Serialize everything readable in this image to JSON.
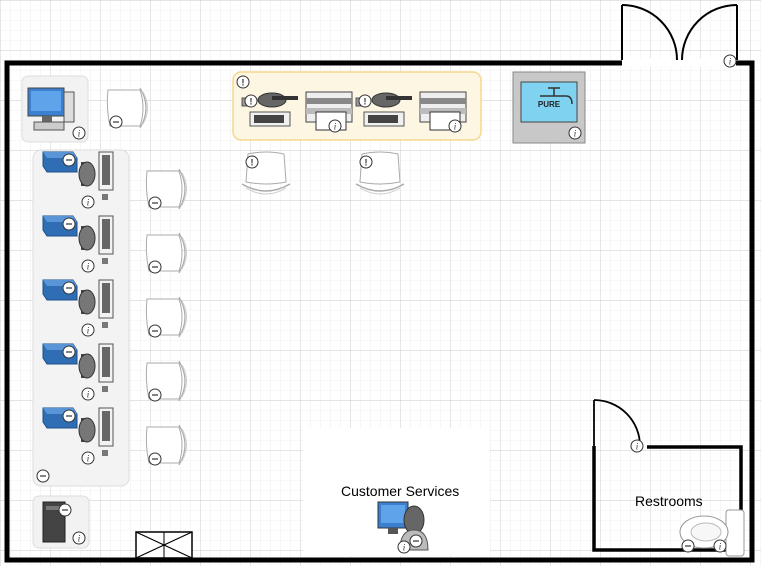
{
  "labels": {
    "customer_services": "Customer Services",
    "restrooms": "Restrooms",
    "water_brand": "PURE"
  },
  "icons": {
    "info": "info-icon",
    "alert": "alert-icon",
    "minus": "minus-icon"
  },
  "colors": {
    "grid": "#d9d9d9",
    "wall": "#000000",
    "group_fill": "#f3f3f3",
    "highlight_border": "#f5d78e",
    "highlight_fill": "#fdf6e3",
    "monitor_blue": "#3b7fd1",
    "printer_blue": "#2f6db5",
    "water_screen": "#7fd3f0",
    "water_body": "#c8c8c8"
  },
  "counts": {
    "workstations": 5,
    "scanner_desks": 2
  }
}
